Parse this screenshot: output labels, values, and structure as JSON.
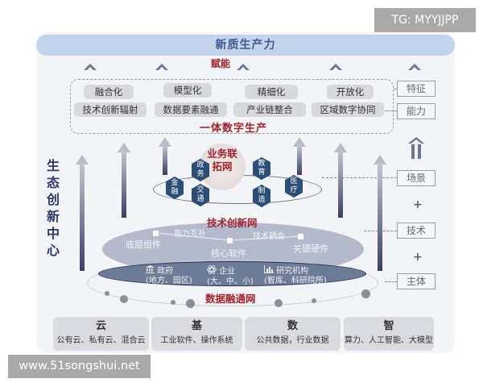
{
  "watermarks": {
    "top_right": "TG: MYYJJPP",
    "bottom_left": "www.51songshui.net"
  },
  "header": {
    "banner_title": "新质生产力",
    "enable_label": "赋能"
  },
  "features": {
    "row1": [
      "融合化",
      "模型化",
      "精细化",
      "开放化"
    ],
    "row2": [
      "技术创新辐射",
      "数据要素融通",
      "产业链整合",
      "区域数字协同"
    ],
    "caption": "一体数字生产"
  },
  "side_tags": {
    "feature": "特征",
    "capability": "能力",
    "scene": "场景",
    "tech": "技术",
    "subject": "主体",
    "plus": "+"
  },
  "ecosystem_title": "生态创新中心",
  "business_network": {
    "title_line1": "业务联",
    "title_line2": "拓网",
    "hexagons": [
      {
        "l1": "金",
        "l2": "融"
      },
      {
        "l1": "政",
        "l2": "务"
      },
      {
        "l1": "交",
        "l2": "通"
      },
      {
        "l1": "教",
        "l2": "育"
      },
      {
        "l1": "制",
        "l2": "造"
      },
      {
        "l1": "医",
        "l2": "疗"
      }
    ]
  },
  "tech_network": {
    "title": "技术创新网",
    "nodes": [
      "底层组件",
      "核心软件",
      "关键硬件"
    ],
    "links": [
      "能力互补",
      "技术耦合"
    ]
  },
  "data_network": {
    "title": "数据融通网",
    "entities": [
      {
        "icon": "government-building-icon",
        "name": "政府",
        "detail": "(地方、园区)"
      },
      {
        "icon": "atom-icon",
        "name": "企业",
        "detail": "(大、中、小)"
      },
      {
        "icon": "bar-chart-icon",
        "name": "研究机构",
        "detail": "(智库、科研院所)"
      }
    ]
  },
  "foundation": [
    {
      "title": "云",
      "desc": "公有云、私有云、混合云"
    },
    {
      "title": "基",
      "desc": "工业软件、操作系统"
    },
    {
      "title": "数",
      "desc": "公共数据，行业数据"
    },
    {
      "title": "智",
      "desc": "算力、人工智能、大模型"
    }
  ],
  "colors": {
    "accent_red": "#a2232b",
    "banner_blue": "#c3d3ec",
    "hex_navy": "#2a4e76",
    "title_navy": "#2c3a6a"
  }
}
